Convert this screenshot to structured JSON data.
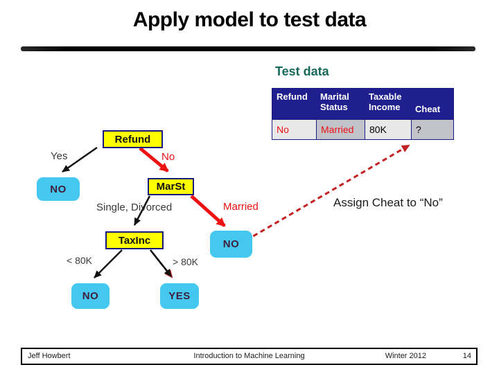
{
  "slide": {
    "title": "Apply model to test data",
    "section_label": "Test data",
    "annotation": "Assign Cheat to “No”"
  },
  "table": {
    "headers": [
      "Refund",
      "Marital Status",
      "Taxable Income",
      "Cheat"
    ],
    "row": [
      "No",
      "Married",
      "80K",
      "?"
    ]
  },
  "tree": {
    "root_node": "Refund",
    "marst_node": "MarSt",
    "taxinc_node": "TaxInc",
    "branch_labels": {
      "yes": "Yes",
      "no": "No",
      "single_divorced": "Single, Divorced",
      "married": "Married",
      "lt_80k": "< 80K",
      "gt_80k": "> 80K"
    },
    "leaves": {
      "refund_yes": "NO",
      "marst_married": "NO",
      "taxinc_lt": "NO",
      "taxinc_gt": "YES"
    }
  },
  "footer": {
    "author": "Jeff Howbert",
    "course": "Introduction to Machine Learning",
    "term": "Winter 2012",
    "page_number": "14"
  },
  "colors": {
    "title_text": "#000000",
    "section_label_text": "#17695c",
    "table_header_bg": "#1f1f8f",
    "table_cell_light": "#e8e8e8",
    "table_cell_dark": "#c2c2ca",
    "highlight_red": "#ee1111",
    "decision_node_fill": "#ffff00",
    "decision_node_border": "#19197e",
    "leaf_node_fill": "#45c8f0",
    "leaf_node_text": "#3f1d3c",
    "dashed_arrow": "#c42222"
  }
}
